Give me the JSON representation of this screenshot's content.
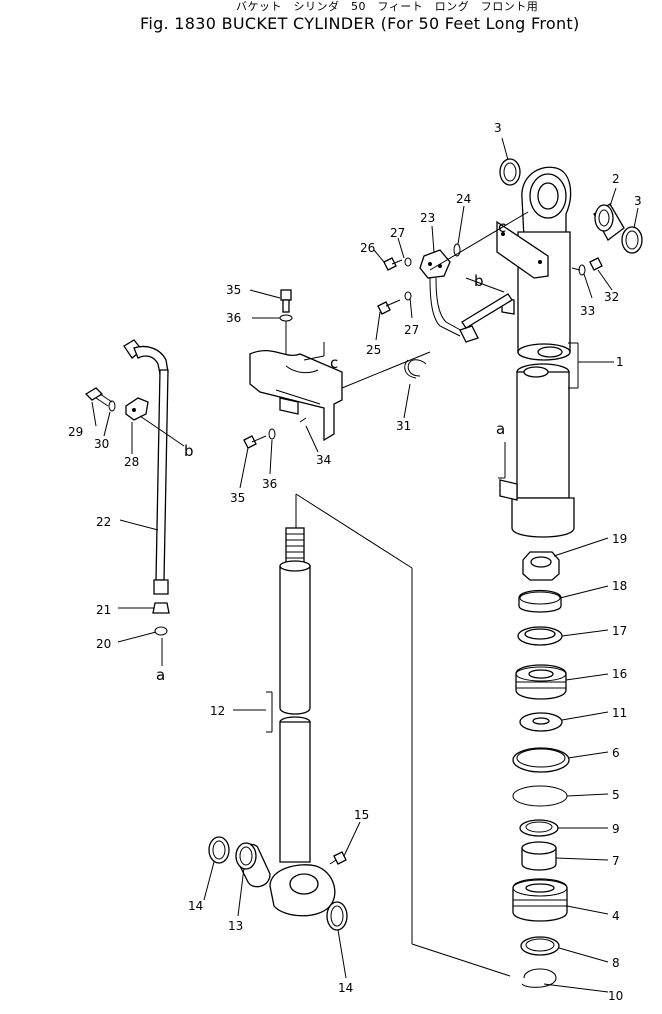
{
  "header": {
    "title_jp": "バケット　シリンダ　50　フィート　ロング　フロント用",
    "title_en": "Fig. 1830   BUCKET CYLINDER (For 50 Feet Long Front)"
  },
  "refs": {
    "a": "a",
    "b": "b",
    "c": "c"
  },
  "parts": [
    {
      "id": "p1",
      "label": "1"
    },
    {
      "id": "p2",
      "label": "2"
    },
    {
      "id": "p3a",
      "label": "3"
    },
    {
      "id": "p3b",
      "label": "3"
    },
    {
      "id": "p4",
      "label": "4"
    },
    {
      "id": "p5",
      "label": "5"
    },
    {
      "id": "p6",
      "label": "6"
    },
    {
      "id": "p7",
      "label": "7"
    },
    {
      "id": "p8",
      "label": "8"
    },
    {
      "id": "p9",
      "label": "9"
    },
    {
      "id": "p10",
      "label": "10"
    },
    {
      "id": "p11",
      "label": "11"
    },
    {
      "id": "p12",
      "label": "12"
    },
    {
      "id": "p13",
      "label": "13"
    },
    {
      "id": "p14a",
      "label": "14"
    },
    {
      "id": "p14b",
      "label": "14"
    },
    {
      "id": "p15",
      "label": "15"
    },
    {
      "id": "p16",
      "label": "16"
    },
    {
      "id": "p17",
      "label": "17"
    },
    {
      "id": "p18",
      "label": "18"
    },
    {
      "id": "p19",
      "label": "19"
    },
    {
      "id": "p20",
      "label": "20"
    },
    {
      "id": "p21",
      "label": "21"
    },
    {
      "id": "p22",
      "label": "22"
    },
    {
      "id": "p23",
      "label": "23"
    },
    {
      "id": "p24",
      "label": "24"
    },
    {
      "id": "p25",
      "label": "25"
    },
    {
      "id": "p26",
      "label": "26"
    },
    {
      "id": "p27a",
      "label": "27"
    },
    {
      "id": "p27b",
      "label": "27"
    },
    {
      "id": "p28",
      "label": "28"
    },
    {
      "id": "p29",
      "label": "29"
    },
    {
      "id": "p30",
      "label": "30"
    },
    {
      "id": "p31",
      "label": "31"
    },
    {
      "id": "p32",
      "label": "32"
    },
    {
      "id": "p33",
      "label": "33"
    },
    {
      "id": "p34",
      "label": "34"
    },
    {
      "id": "p35a",
      "label": "35"
    },
    {
      "id": "p35b",
      "label": "35"
    },
    {
      "id": "p36a",
      "label": "36"
    },
    {
      "id": "p36b",
      "label": "36"
    }
  ]
}
